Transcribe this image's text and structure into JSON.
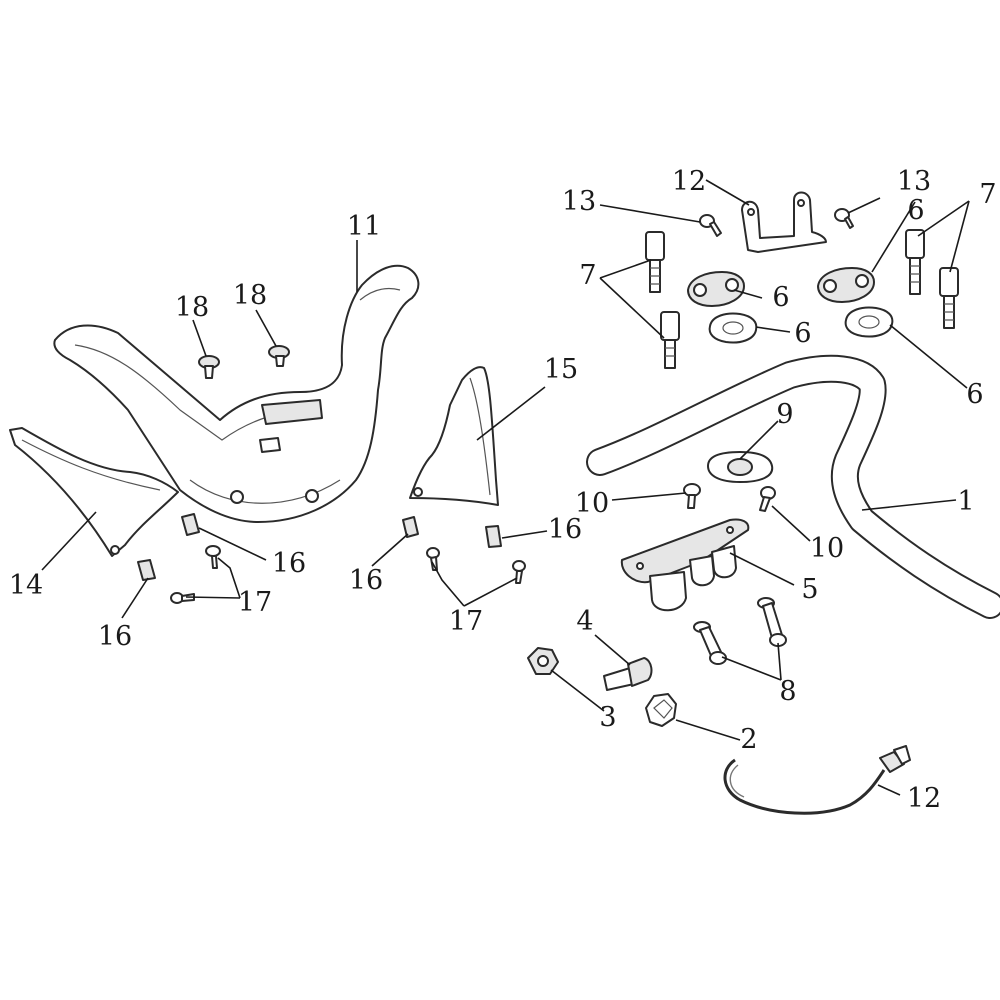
{
  "callouts": {
    "c1": "1",
    "c2": "2",
    "c3": "3",
    "c4": "4",
    "c5": "5",
    "c6a": "6",
    "c6b": "6",
    "c6c": "6",
    "c6d": "6",
    "c7a": "7",
    "c7b": "7",
    "c8": "8",
    "c9": "9",
    "c10a": "10",
    "c10b": "10",
    "c11": "11",
    "c12a": "12",
    "c12b": "12",
    "c13a": "13",
    "c13b": "13",
    "c14": "14",
    "c15": "15",
    "c16a": "16",
    "c16b": "16",
    "c16c": "16",
    "c16d": "16",
    "c17a": "17",
    "c17b": "17",
    "c18a": "18",
    "c18b": "18"
  },
  "colors": {
    "line": "#2b2b2b",
    "background": "#ffffff"
  }
}
